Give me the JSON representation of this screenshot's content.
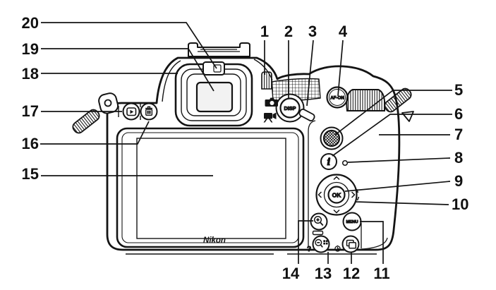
{
  "diagram": {
    "device": "camera-back-diagram",
    "brand": "Nikon",
    "labels": {
      "disp": "DISP",
      "af_on": "AF-ON",
      "ok": "OK",
      "menu": "MENU",
      "info": "i",
      "help": "?"
    },
    "icons": {
      "photo_mode": "still-camera-glyph",
      "movie_mode": "movie-camera-glyph",
      "playback": "play-triangle-in-frame",
      "delete": "trash-can",
      "zoom_in": "magnifier-plus",
      "zoom_out": "magnifier-minus-with-thumbnails",
      "release_mode": "stacked-frames",
      "self_timer": "clock",
      "sub_selector": "crosshatched-joystick"
    },
    "callouts": [
      {
        "number": "1",
        "target": "diopter-adjustment-control"
      },
      {
        "number": "2",
        "target": "disp-button"
      },
      {
        "number": "3",
        "target": "photo-movie-selector"
      },
      {
        "number": "4",
        "target": "af-on-button"
      },
      {
        "number": "5",
        "target": "sub-selector"
      },
      {
        "number": "6",
        "target": "i-button"
      },
      {
        "number": "7",
        "target": "memory-card-slot-cover"
      },
      {
        "number": "8",
        "target": "memory-card-access-lamp"
      },
      {
        "number": "9",
        "target": "ok-button"
      },
      {
        "number": "10",
        "target": "multi-selector"
      },
      {
        "number": "11",
        "target": "menu-button"
      },
      {
        "number": "12",
        "target": "release-mode-self-timer-button"
      },
      {
        "number": "13",
        "target": "zoom-out-help-button"
      },
      {
        "number": "14",
        "target": "zoom-in-button"
      },
      {
        "number": "15",
        "target": "monitor"
      },
      {
        "number": "16",
        "target": "delete-button"
      },
      {
        "number": "17",
        "target": "playback-button"
      },
      {
        "number": "18",
        "target": "rubber-eyecup"
      },
      {
        "number": "19",
        "target": "viewfinder-eyepiece"
      },
      {
        "number": "20",
        "target": "eye-sensor"
      }
    ],
    "colors": {
      "line": "#141414",
      "background": "#ffffff"
    }
  }
}
